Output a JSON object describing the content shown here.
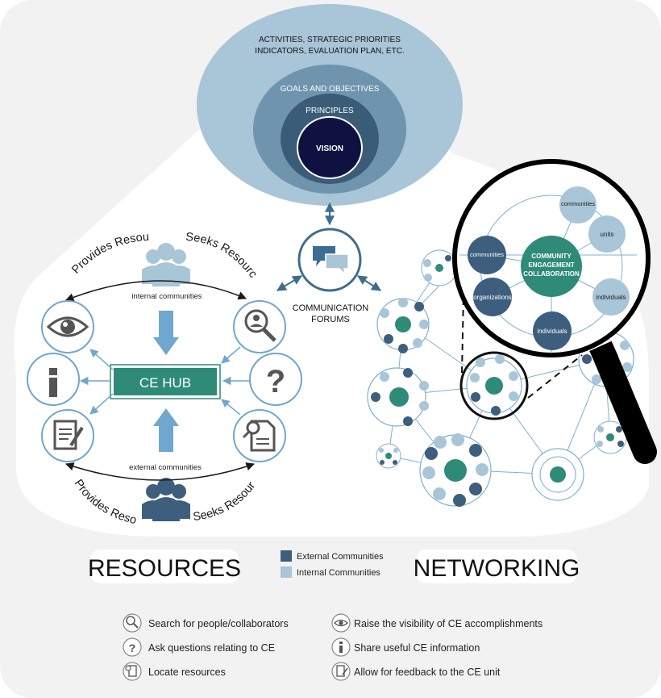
{
  "strategy_ovals": {
    "outer": "ACTIVITIES, STRATEGIC PRIORITIES",
    "outer_line2": "INDICATORS, EVALUATION PLAN, ETC.",
    "goals": "GOALS AND OBJECTIVES",
    "principles": "PRINCIPLES",
    "vision": "VISION"
  },
  "forums": {
    "label_line1": "COMMUNICATION",
    "label_line2": "FORUMS",
    "icon": "chat-bubbles-icon"
  },
  "hub": {
    "label": "CE HUB",
    "internal_label": "internal communities",
    "external_label": "external communities",
    "provides_top": "Provides Resources",
    "seeks_top": "Seeks Resources",
    "provides_bottom": "Provides Resources",
    "seeks_bottom": "Seeks Resources"
  },
  "magnifier": {
    "center_line1": "COMMUNITY",
    "center_line2": "ENGAGEMENT",
    "center_line3": "COLLABORATION",
    "nodes": {
      "communities_top": "communities",
      "units": "units",
      "individuals_right": "individuals",
      "individuals_bottom": "individuals",
      "organizations": "organizations",
      "communities_left": "communities"
    }
  },
  "sections": {
    "resources": "RESOURCES",
    "networking": "NETWORKING"
  },
  "legend": {
    "external": "External Communities",
    "internal": "Internal Communities",
    "external_color": "#3d5e7c",
    "internal_color": "#a9c5d8"
  },
  "key": {
    "search": "Search for people/collaborators",
    "ask": "Ask questions relating to CE",
    "locate": "Locate resources",
    "visibility": "Raise the visibility of CE accomplishments",
    "share": "Share useful CE information",
    "feedback": "Allow for feedback to the CE unit"
  },
  "colors": {
    "teal": "#2e8b78",
    "dark_blue": "#3d5e7c",
    "light_blue": "#a9c5d8",
    "navy": "#0f1240",
    "panel": "#f2f2f2"
  }
}
